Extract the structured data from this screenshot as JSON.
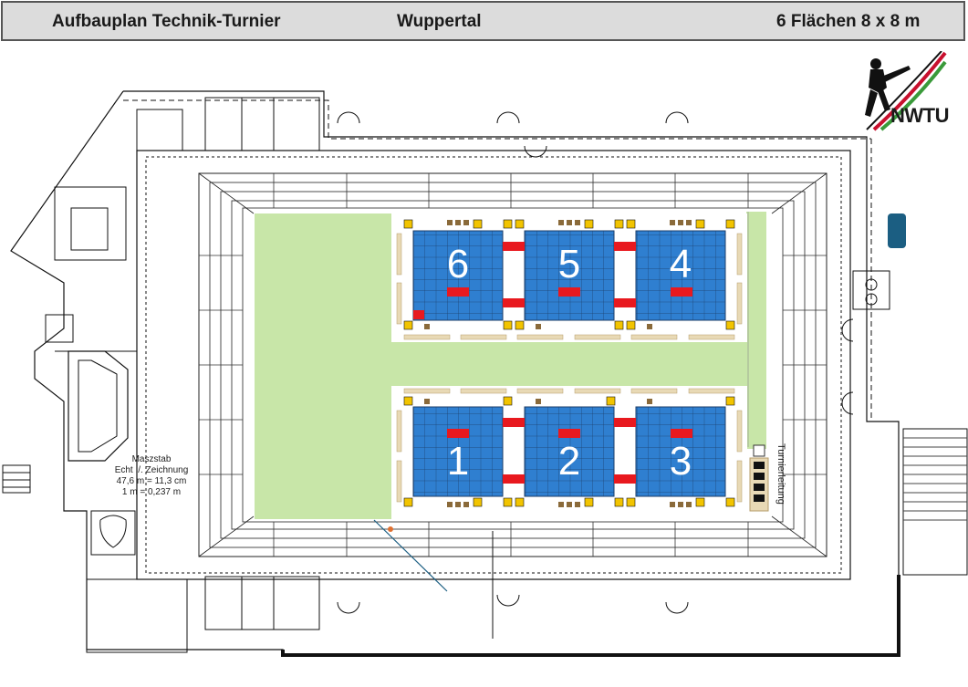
{
  "header": {
    "title": "Aufbauplan Technik-Turnier",
    "city": "Wuppertal",
    "areas": "6 Flächen 8 x 8 m"
  },
  "logo": {
    "text": "NWTU"
  },
  "mats": [
    "6",
    "5",
    "4",
    "1",
    "2",
    "3"
  ],
  "scale": {
    "line1": "Maszstab",
    "line2": "Echt ./. Zeichnung",
    "line3": "47,6 m = 11,3 cm",
    "line4": "1 m = 0,237 m"
  },
  "turnierleitung": "Turnierleitung",
  "colors": {
    "mat": "#2f7fd0",
    "mat_grid": "#1b3e6a",
    "marker": "#e8191f",
    "warmup_area": "#c8e6a8",
    "header_bg": "#dcdcdc",
    "chair": "#f2c400",
    "table": "#e8d9b5"
  }
}
